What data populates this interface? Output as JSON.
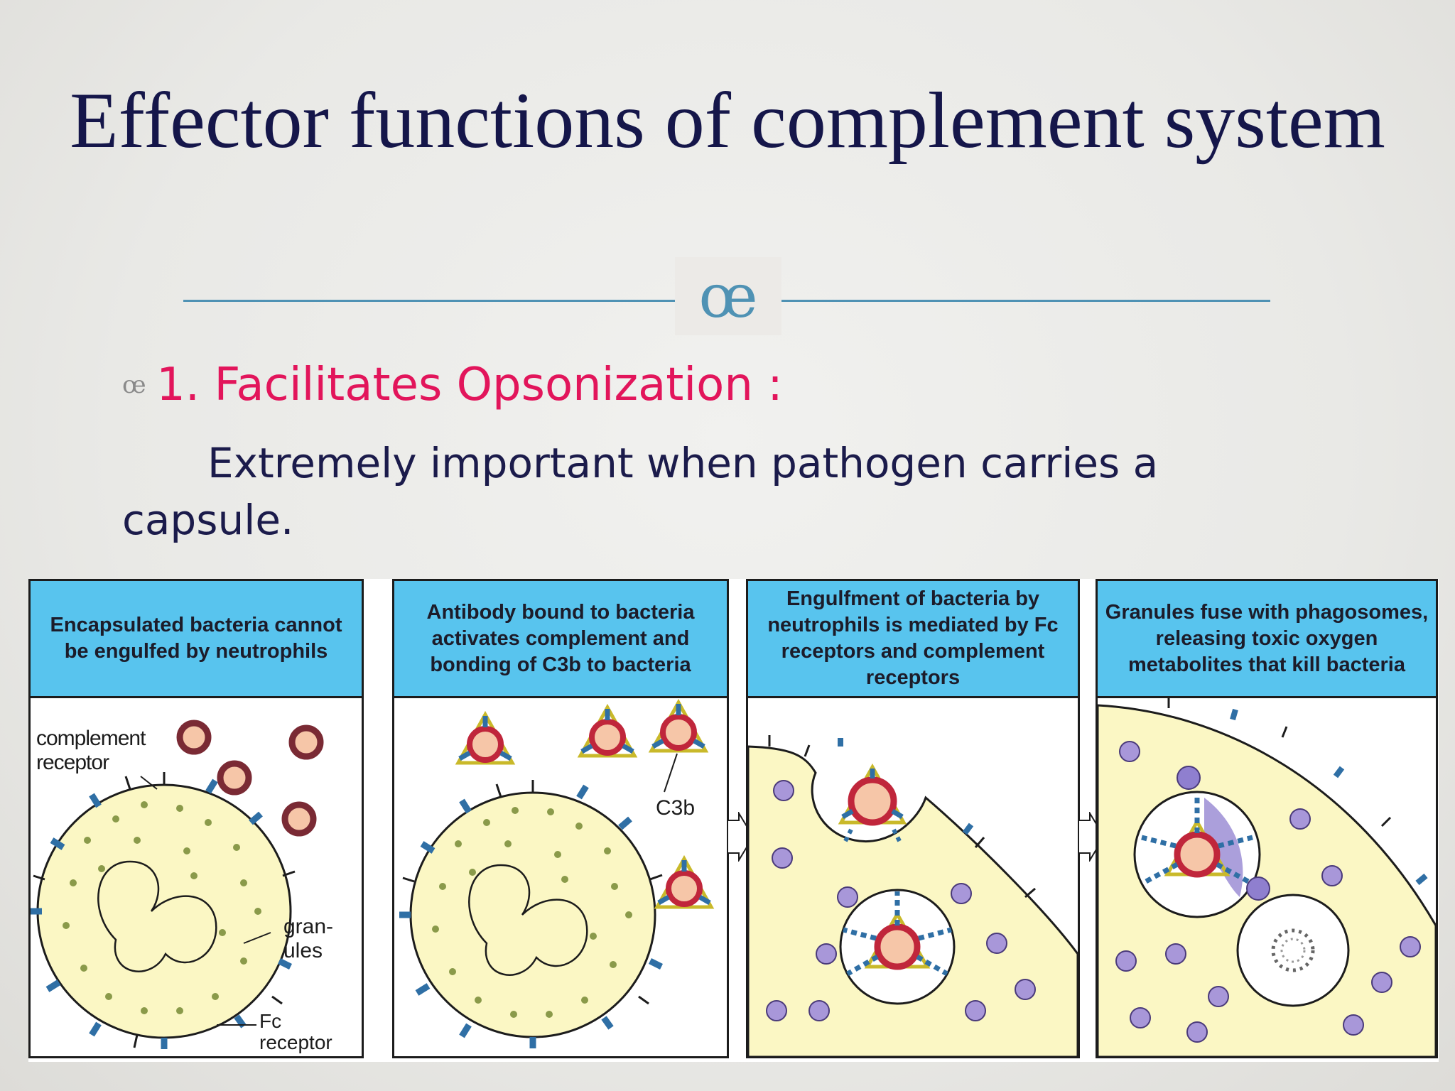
{
  "slide": {
    "title": "Effector functions of complement system",
    "ornament": "œ",
    "bullet_icon": "œ",
    "bullet": "1. Facilitates Opsonization :",
    "body": "Extremely important when pathogen carries a capsule."
  },
  "panels": [
    {
      "heading": "Encapsulated bacteria cannot be engulfed by neutrophils",
      "labels": {
        "complement_receptor": "complement receptor",
        "granules": "gran- ules",
        "fc_receptor": "Fc receptor"
      }
    },
    {
      "heading": "Antibody bound to bacteria activates complement and bonding of C3b to bacteria",
      "labels": {
        "c3b": "C3b"
      }
    },
    {
      "heading": "Engulfment of bacteria by neutrophils is mediated by Fc receptors and complement receptors"
    },
    {
      "heading": "Granules fuse with phagosomes, releasing toxic oxygen metabolites that kill bacteria"
    }
  ],
  "colors": {
    "title": "#15164a",
    "bullet": "#e2155b",
    "panel_header": "#58c4ee",
    "cell_fill": "#fbf7c4",
    "receptor": "#2f6fa5",
    "bacteria_ring": "#c0263b",
    "bacteria_core": "#f6c6a8",
    "granule": "#a897d9"
  }
}
